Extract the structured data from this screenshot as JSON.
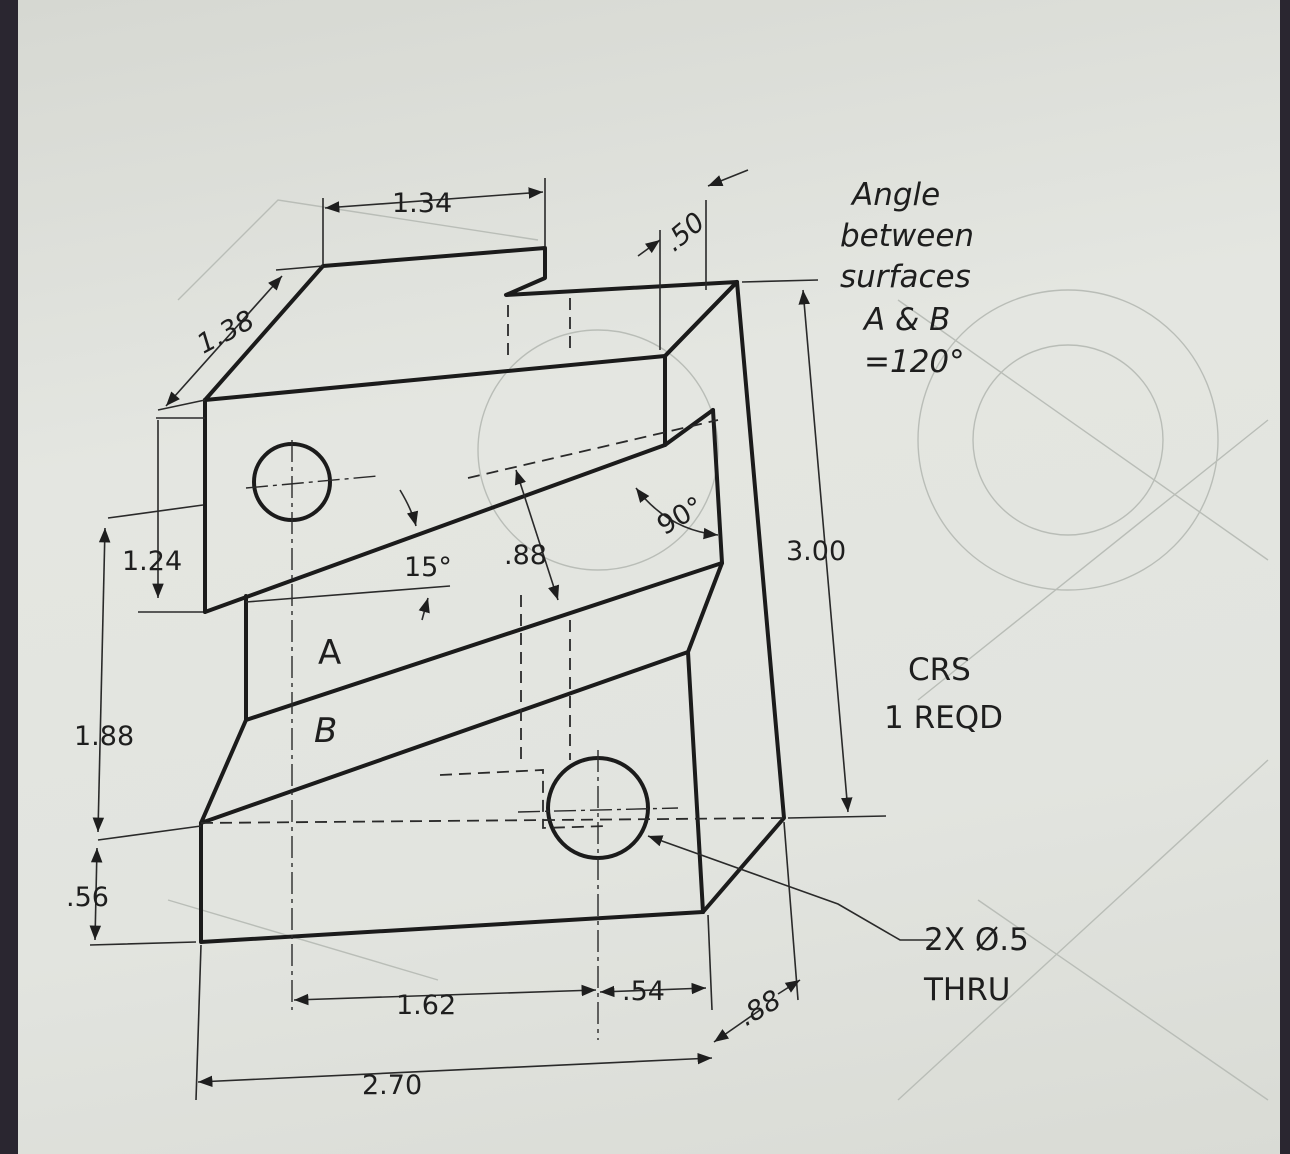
{
  "dimensions": {
    "top_width": "1.34",
    "depth": "1.38",
    "slot_depth": ".50",
    "left_height": "1.24",
    "lower_left": "1.88",
    "base": ".56",
    "angle_15": "15°",
    "slot_width": ".88",
    "angle_90": "90°",
    "height": "3.00",
    "hole_x": "1.62",
    "hole_offset": ".54",
    "thickness": ".88",
    "width": "2.70"
  },
  "surfaces": {
    "a": "A",
    "b": "B"
  },
  "notes": {
    "angle_line1": "Angle",
    "angle_line2": "between",
    "angle_line3": "surfaces",
    "angle_line4": "A & B",
    "angle_line5": "=120°",
    "material": "CRS",
    "quantity": "1 REQD",
    "hole_callout": "2X Ø.5",
    "hole_thru": "THRU"
  }
}
